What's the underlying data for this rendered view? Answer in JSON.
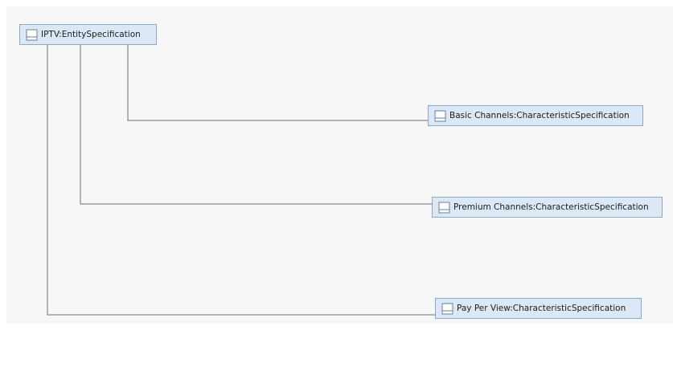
{
  "diagram": {
    "nodes": {
      "root": {
        "label": "IPTV:EntitySpecification",
        "icon": "entity-icon"
      },
      "basic": {
        "label": "Basic Channels:CharacteristicSpecification",
        "icon": "entity-icon"
      },
      "premium": {
        "label": "Premium Channels:CharacteristicSpecification",
        "icon": "entity-icon"
      },
      "ppv": {
        "label": "Pay Per View:CharacteristicSpecification",
        "icon": "entity-icon"
      }
    },
    "connections": [
      {
        "from": "root",
        "to": "basic"
      },
      {
        "from": "root",
        "to": "premium"
      },
      {
        "from": "root",
        "to": "ppv"
      }
    ],
    "colors": {
      "node_fill": "#dce8f5",
      "node_border": "#8ea9c8",
      "connector": "#6f6f6f",
      "canvas": "#f7f7f7"
    }
  }
}
